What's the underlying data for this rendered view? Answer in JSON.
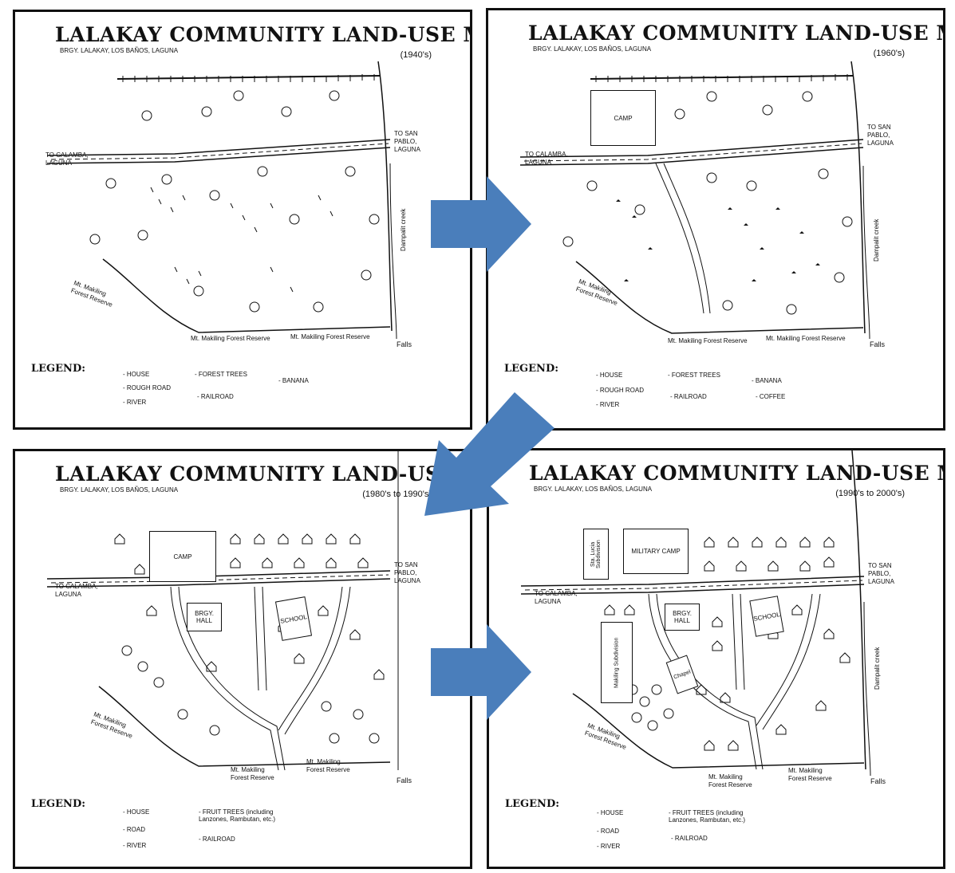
{
  "colors": {
    "arrow": "#4a7ebb",
    "ink": "#111111",
    "border": "#111111"
  },
  "panels": [
    {
      "title": "LALAKAY COMMUNITY LAND-USE MAP",
      "subtitle": "BRGY. LALAKAY, LOS BAÑOS, LAGUNA",
      "era": "(1940's)",
      "labels": {
        "to_san_pablo": "TO SAN PABLO, LAGUNA",
        "to_calamba": "TO CALAMBA, LAGUNA",
        "creek": "Dampalit creek",
        "forest_left": "Mt. Makiling Forest Reserve",
        "forest_bottom1": "Mt. Makiling Forest Reserve",
        "forest_bottom2": "Mt. Makiling Forest Reserve",
        "falls": "Falls"
      },
      "legend_title": "LEGEND:",
      "legend": [
        "- HOUSE",
        "- FOREST TREES",
        "- BANANA",
        "- ROUGH ROAD",
        "- RAILROAD",
        "- RIVER"
      ]
    },
    {
      "title": "LALAKAY COMMUNITY LAND-USE MAP",
      "subtitle": "BRGY. LALAKAY, LOS BAÑOS, LAGUNA",
      "era": "(1960's)",
      "labels": {
        "to_san_pablo": "TO SAN PABLO, LAGUNA",
        "to_calamba": "TO CALAMBA, LAGUNA",
        "creek": "Dampalit creek",
        "forest_left": "Mt. Makiling Forest Reserve",
        "forest_bottom1": "Mt. Makiling Forest Reserve",
        "forest_bottom2": "Mt. Makiling Forest Reserve",
        "falls": "Falls",
        "camp": "CAMP"
      },
      "legend_title": "LEGEND:",
      "legend": [
        "- HOUSE",
        "- FOREST TREES",
        "- BANANA",
        "- ROUGH ROAD",
        "- RAILROAD",
        "- COFFEE",
        "- RIVER"
      ]
    },
    {
      "title": "LALAKAY COMMUNITY LAND-USE MAP",
      "subtitle": "BRGY. LALAKAY, LOS BAÑOS, LAGUNA",
      "era": "(1980's to 1990's)",
      "labels": {
        "to_san_pablo": "TO SAN PABLO, LAGUNA",
        "to_calamba": "TO CALAMBA, LAGUNA",
        "forest_left": "Mt. Makiling Forest Reserve",
        "forest_bottom1": "Mt. Makiling Forest Reserve",
        "forest_bottom2": "Mt. Makiling Forest Reserve",
        "falls": "Falls",
        "camp": "CAMP",
        "brgy_hall": "BRGY. HALL",
        "school": "SCHOOL"
      },
      "legend_title": "LEGEND:",
      "legend": [
        "- HOUSE",
        "- FRUIT TREES (including Lanzones, Rambutan, etc.)",
        "- ROAD",
        "- RAILROAD",
        "- RIVER"
      ]
    },
    {
      "title": "LALAKAY COMMUNITY LAND-USE MAP",
      "subtitle": "BRGY. LALAKAY, LOS BAÑOS, LAGUNA",
      "era": "(1990's to 2000's)",
      "labels": {
        "to_san_pablo": "TO SAN PABLO, LAGUNA",
        "to_calamba": "TO CALAMBA, LAGUNA",
        "creek": "Dampalit creek",
        "forest_left": "Mt. Makiling Forest Reserve",
        "forest_bottom1": "Mt. Makiling Forest Reserve",
        "forest_bottom2": "Mt. Makiling Forest Reserve",
        "falls": "Falls",
        "military_camp": "MILITARY CAMP",
        "brgy_hall": "BRGY. HALL",
        "school": "SCHOOL",
        "chapel": "Chapel",
        "sta_lucia": "Sta. Lucia Subdivision",
        "makiling_subd": "Makiling Subdivision"
      },
      "legend_title": "LEGEND:",
      "legend": [
        "- HOUSE",
        "- FRUIT TREES (including Lanzones, Rambutan, etc.)",
        "- ROAD",
        "- RAILROAD",
        "- RIVER"
      ]
    }
  ]
}
